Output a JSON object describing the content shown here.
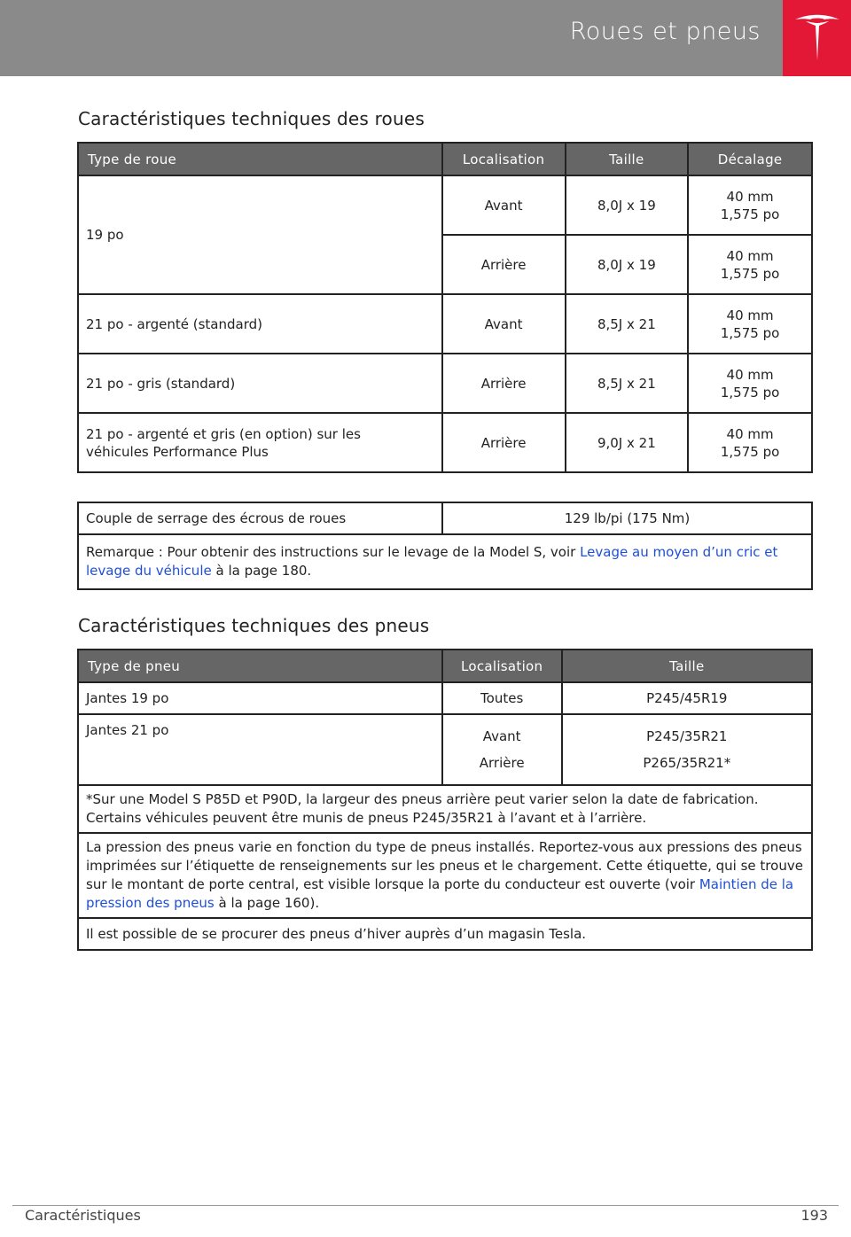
{
  "header": {
    "title": "Roues et pneus"
  },
  "colors": {
    "header_bg": "#8a8a8a",
    "brand_red": "#e31837",
    "table_header": "#666666",
    "link": "#1f4fd6"
  },
  "wheels": {
    "title": "Caractéristiques techniques des roues",
    "columns": [
      "Type de roue",
      "Localisation",
      "Taille",
      "Décalage"
    ],
    "group": {
      "type": "19 po",
      "rows": [
        {
          "location": "Avant",
          "size": "8,0J x 19",
          "offset1": "40 mm",
          "offset2": "1,575 po"
        },
        {
          "location": "Arrière",
          "size": "8,0J x 19",
          "offset1": "40 mm",
          "offset2": "1,575 po"
        }
      ]
    },
    "rows": [
      {
        "type": "21 po - argenté (standard)",
        "location": "Avant",
        "size": "8,5J x 21",
        "offset1": "40 mm",
        "offset2": "1,575 po"
      },
      {
        "type": "21 po - gris (standard)",
        "location": "Arrière",
        "size": "8,5J x 21",
        "offset1": "40 mm",
        "offset2": "1,575 po"
      },
      {
        "type_line1": "21 po - argenté et gris (en option) sur les",
        "type_line2": "véhicules Performance Plus",
        "location": "Arrière",
        "size": "9,0J x 21",
        "offset1": "40 mm",
        "offset2": "1,575 po"
      }
    ]
  },
  "torque": {
    "label": "Couple de serrage des écrous de roues",
    "value": "129 lb/pi (175 Nm)",
    "note_prefix": "Remarque : Pour obtenir des instructions sur le levage de la Model S, voir ",
    "note_link": "Levage au moyen d’un cric et levage du véhicule",
    "note_suffix": " à la page 180."
  },
  "tires": {
    "title": "Caractéristiques techniques des pneus",
    "columns": [
      "Type de pneu",
      "Localisation",
      "Taille"
    ],
    "row1": {
      "type": "Jantes 19 po",
      "location": "Toutes",
      "size": "P245/45R19"
    },
    "row2": {
      "type": "Jantes 21 po",
      "location1": "Avant",
      "location2": "Arrière",
      "size1": "P245/35R21",
      "size2": "P265/35R21*"
    },
    "note1": "*Sur une Model S P85D et P90D, la largeur des pneus arrière peut varier selon la date de fabrication. Certains véhicules peuvent être munis de pneus P245/35R21 à l’avant et à l’arrière.",
    "note2_prefix": "La pression des pneus varie en fonction du type de pneus installés. Reportez-vous aux pressions des pneus imprimées sur l’étiquette de renseignements sur les pneus et le chargement. Cette étiquette, qui se trouve sur le montant de porte central, est visible lorsque la porte du conducteur est ouverte (voir ",
    "note2_link": "Maintien de la pression des pneus",
    "note2_suffix": " à la page 160).",
    "note3": "Il est possible de se procurer des pneus d’hiver auprès d’un magasin Tesla."
  },
  "footer": {
    "section": "Caractéristiques",
    "page": "193"
  }
}
